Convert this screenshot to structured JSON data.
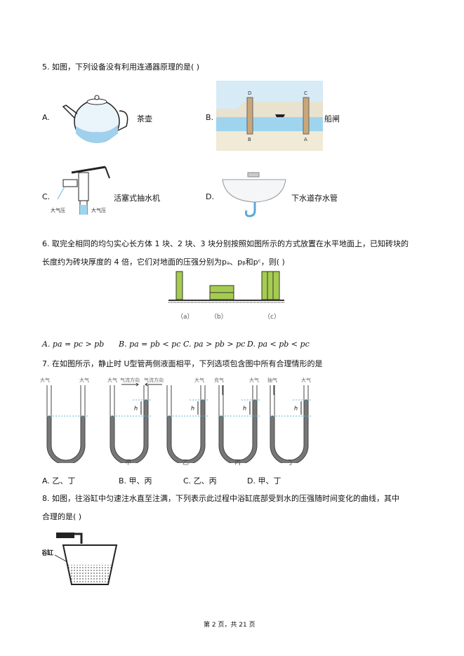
{
  "q5": {
    "stem": "5. 如图，下列设备没有利用连通器原理的是(    )",
    "options": [
      {
        "letter": "A.",
        "label": "茶壶"
      },
      {
        "letter": "B.",
        "label": "船闸"
      },
      {
        "letter": "C.",
        "label": "活塞式抽水机"
      },
      {
        "letter": "D.",
        "label": "下水道存水管"
      }
    ],
    "figure_labels": {
      "b_top": [
        "D",
        "C"
      ],
      "b_bottom": [
        "B",
        "A"
      ],
      "c_air": "大气压"
    }
  },
  "q6": {
    "stem_line1": "6. 取完全相同的均匀实心长方体 1 块、2 块、3 块分别按照如图所示的方式放置在水平地面上，已知砖块的",
    "stem_line2": "长度约为砖块厚度的 4 倍，它们对地面的压强分别为pₐ、pᵦ和pᶜ，则(    )",
    "figure_labels": [
      "（a）",
      "（b）",
      "（c）"
    ],
    "options": [
      "A. pa = pc > pb",
      "B. pa = pb < pc",
      "C. pa > pb > pc",
      "D. pa < pb < pc"
    ]
  },
  "q7": {
    "stem": "7. 在如图所示，静止时 U型管两侧液面相平，下列选项包含图中所有合理情形的是",
    "tube_top_labels": [
      "大气",
      "大气",
      "大气",
      "气流方向",
      "气流方向",
      "大气",
      "充气",
      "大气",
      "抽气",
      "大气"
    ],
    "h_label": "h",
    "figure_labels": [
      "甲",
      "乙",
      "丙",
      "丁"
    ],
    "options": [
      "A. 乙、丁",
      "B. 甲、丙",
      "C. 乙、丙",
      "D. 甲、丁"
    ]
  },
  "q8": {
    "stem_line1": "8. 如图，往浴缸中匀速注水直至注满，下列表示此过程中浴缸底部受到水的压强随时间变化的曲线，其中",
    "stem_line2": "合理的是(    )",
    "figure_label": "浴缸"
  },
  "footer": "第 2 页，共 21 页"
}
